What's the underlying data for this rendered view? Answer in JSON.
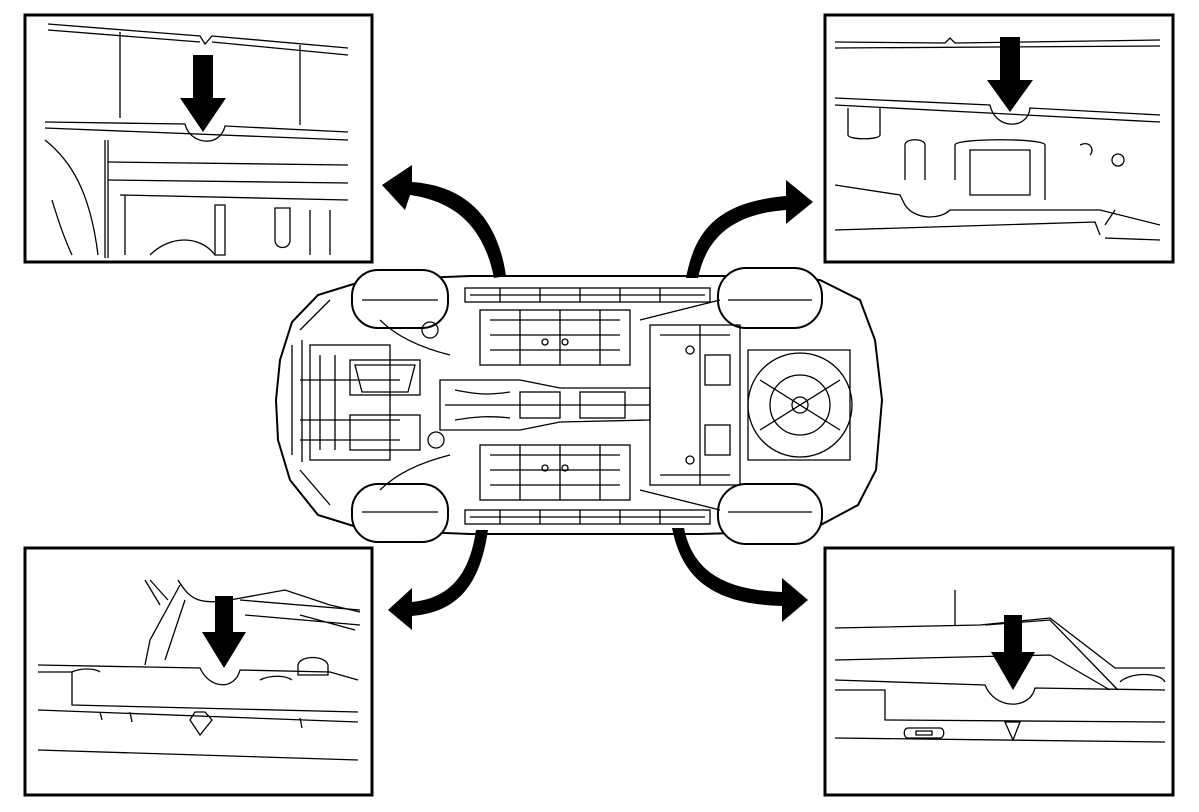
{
  "diagram": {
    "subject": "vehicle-underbody-lift-points",
    "detail_views": [
      "front-left",
      "rear-left",
      "front-right",
      "rear-right"
    ],
    "colors": {
      "line": "#000000",
      "background": "#ffffff"
    }
  }
}
